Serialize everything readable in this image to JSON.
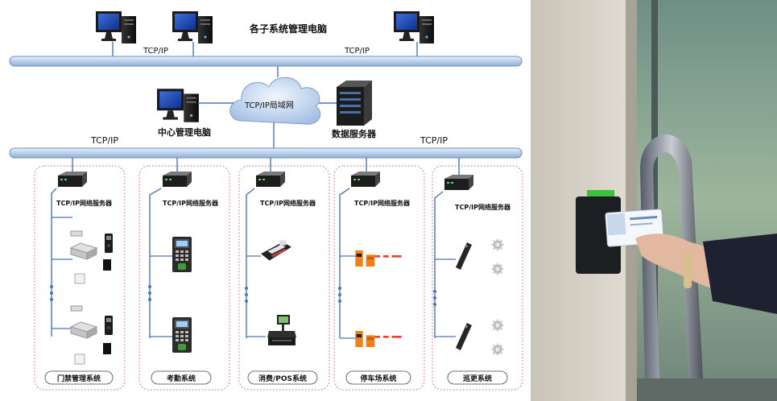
{
  "top": {
    "title": "各子系统管理电脑",
    "tcp_left": "TCP/IP",
    "tcp_right": "TCP/IP"
  },
  "center": {
    "cloud_label": "TCP/IP局域网",
    "central_pc_label": "中心管理电脑",
    "data_server_label": "数据服务器"
  },
  "bus2": {
    "tcp_left": "TCP/IP",
    "tcp_right": "TCP/IP"
  },
  "subsystems": [
    {
      "server_label": "TCP/IP网络服务器",
      "name": "门禁管理系统"
    },
    {
      "server_label": "TCP/IP网络服务器",
      "name": "考勤系统"
    },
    {
      "server_label": "TCP/IP网络服务器",
      "name": "消费/POS系统"
    },
    {
      "server_label": "TCP/IP网络服务器",
      "name": "停车场系统"
    },
    {
      "server_label": "TCP/IP网络服务器",
      "name": "巡更系统"
    }
  ],
  "colors": {
    "bus_fill": "#b9d0ea",
    "bus_stroke": "#6f8fb8",
    "cloud_fill": "#bcd1ec",
    "group_border": "#e05a5a",
    "wire": "#4a76b8",
    "barrier_orange": "#f07f1a",
    "barrier_arm": "#e8432f"
  }
}
